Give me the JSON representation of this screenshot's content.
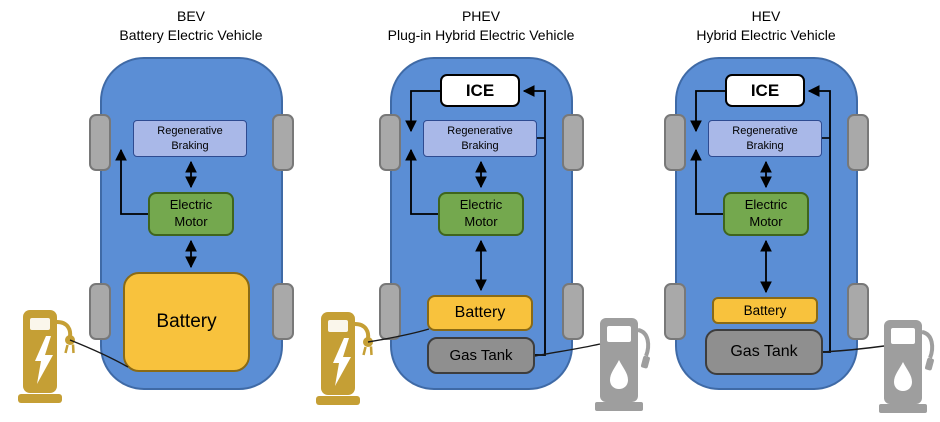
{
  "panels": [
    {
      "abbr": "BEV",
      "name": "Battery Electric Vehicle",
      "boxes": {
        "regen": "Regenerative Braking",
        "motor": "Electric Motor",
        "battery": "Battery"
      }
    },
    {
      "abbr": "PHEV",
      "name": "Plug-in Hybrid Electric Vehicle",
      "boxes": {
        "ice": "ICE",
        "regen": "Regenerative Braking",
        "motor": "Electric Motor",
        "battery": "Battery",
        "gas_tank": "Gas Tank"
      }
    },
    {
      "abbr": "HEV",
      "name": "Hybrid Electric Vehicle",
      "boxes": {
        "ice": "ICE",
        "regen": "Regenerative Braking",
        "motor": "Electric Motor",
        "battery": "Battery",
        "gas_tank": "Gas Tank"
      }
    }
  ],
  "icons": {
    "charging_station": "charging-station-icon",
    "gas_pump": "gas-pump-icon"
  },
  "colors": {
    "car_body": "#5b8ed5",
    "car_border": "#3f6aa6",
    "wheel": "#a9a9a9",
    "regen_box": "#a9b8e8",
    "motor_box": "#74a84e",
    "battery_box": "#f8c23d",
    "gas_tank_box": "#8f8f8f",
    "ice_box": "#ffffff",
    "arrow": "#000000",
    "charger_gold": "#c59f35",
    "pump_gray": "#9e9e9e"
  }
}
